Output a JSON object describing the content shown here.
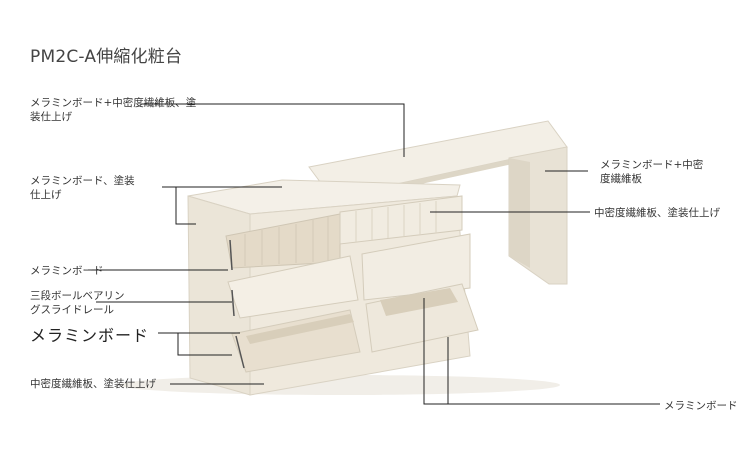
{
  "title": "PM2C-A伸縮化粧台",
  "labels": {
    "top_board": "メラミンボード+中密度繊維板、塗\n装仕上げ",
    "left_top": "メラミンボード、塗装\n仕上げ",
    "right_top": "メラミンボード+中密\n度繊維板",
    "right_drawer": "中密度繊維板、塗装仕上げ",
    "left_melamine": "メラミンボード",
    "rail": "三段ボールベアリン\nグスライドレール",
    "big_melamine": "メラミンボード",
    "bottom_left": "中密度繊維板、塗装仕上げ",
    "bottom_right": "メラミンボード"
  },
  "colors": {
    "cabinet": "#ede8dc",
    "cabinet_dark": "#ddd6c6",
    "interior": "#e6dccb",
    "line": "#222222"
  }
}
